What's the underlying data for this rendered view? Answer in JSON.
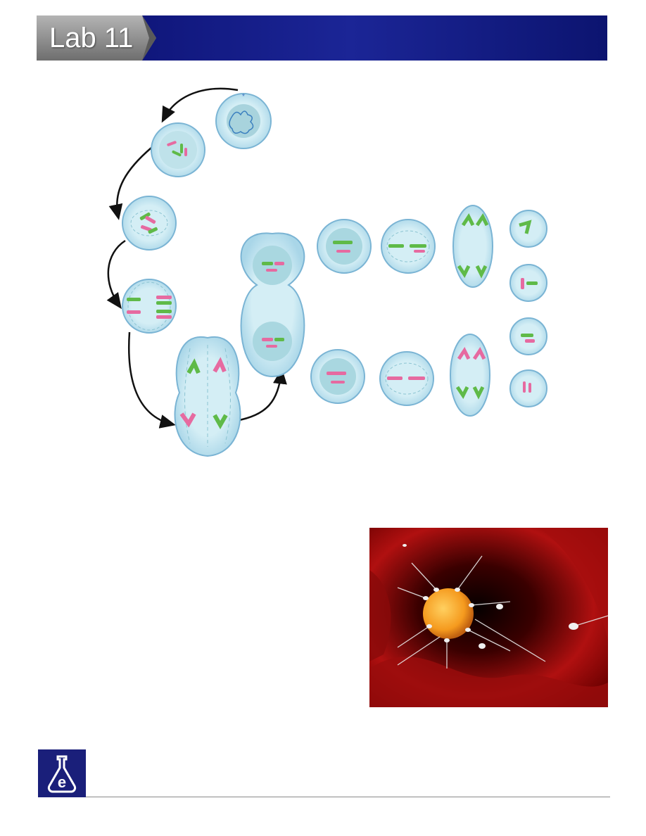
{
  "header": {
    "title": "Lab 11",
    "banner_color": "#141c8c",
    "tab_color": "#8f8f8f"
  },
  "diagram": {
    "description_icon": "meiosis-cell-cycle",
    "colors": {
      "cell_fill": "#c6e6f0",
      "cell_stroke": "#7ab4d4",
      "nucleus_fill": "#a6d5de",
      "chromosome_pink": "#e66aa0",
      "chromosome_green": "#5fba48",
      "arrow": "#111111"
    }
  },
  "photo": {
    "icon": "fertilization-egg-and-sperm-image",
    "colors": {
      "background": "#8a0a0a",
      "egg": "#f59a1e",
      "sperm": "#e8e8e8"
    }
  },
  "footer": {
    "logo_icon": "flask-e-logo",
    "logo_color": "#1a1f7a"
  }
}
